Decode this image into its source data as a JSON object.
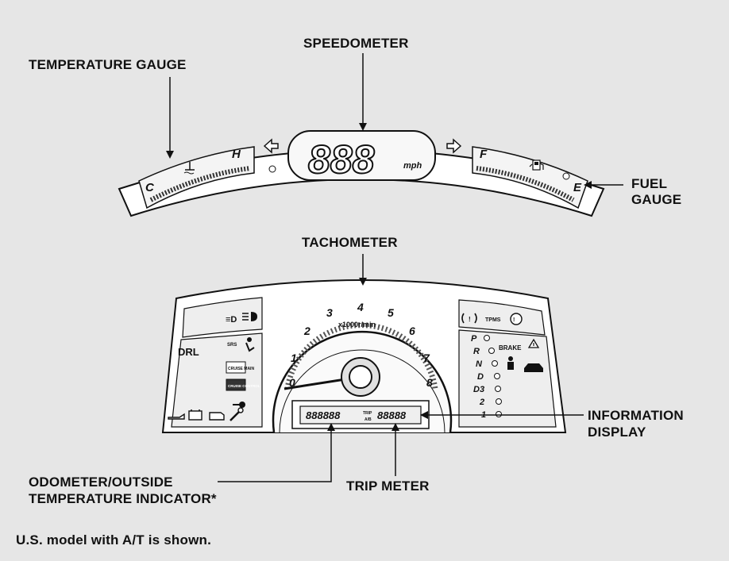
{
  "labels": {
    "speedometer": "SPEEDOMETER",
    "temperature_gauge": "TEMPERATURE GAUGE",
    "fuel_gauge_line1": "FUEL",
    "fuel_gauge_line2": "GAUGE",
    "tachometer": "TACHOMETER",
    "information_display_line1": "INFORMATION",
    "information_display_line2": "DISPLAY",
    "odometer_line1": "ODOMETER/OUTSIDE",
    "odometer_line2": "TEMPERATURE INDICATOR*",
    "trip_meter": "TRIP METER"
  },
  "footnote": "U.S. model with A/T is shown.",
  "speedo": {
    "digits": "888",
    "unit": "mph"
  },
  "temp_gauge": {
    "cold": "C",
    "hot": "H"
  },
  "fuel_gauge": {
    "full": "F",
    "empty": "E"
  },
  "tach": {
    "numbers": [
      "0",
      "1",
      "2",
      "3",
      "4",
      "5",
      "6",
      "7",
      "8"
    ],
    "subtitle": "x1000r/min"
  },
  "info_display": {
    "odo": "888888",
    "trip_tag_top": "TRIP",
    "trip_tag_bottom": "A/B",
    "trip": "88888"
  },
  "indicators": {
    "drl": "DRL",
    "tpms": "TPMS",
    "brake": "BRAKE",
    "gears": [
      "P",
      "R",
      "N",
      "D",
      "D3",
      "2",
      "1"
    ],
    "airbag_text": "SRS",
    "box1": "CRUISE MAIN",
    "box2": "CRUISE CONTROL"
  }
}
